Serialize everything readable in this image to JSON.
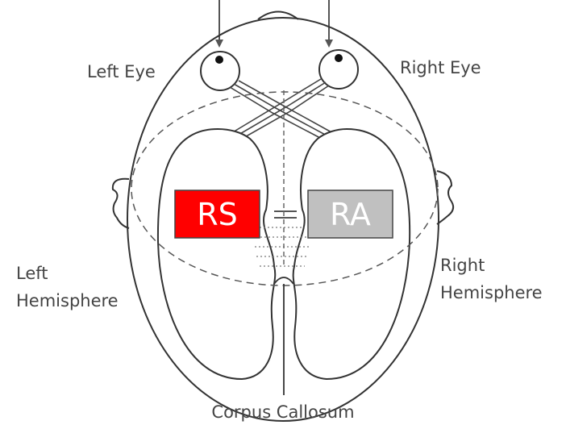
{
  "labels": {
    "left_eye": "Left Eye",
    "right_eye": "Right Eye",
    "left_hemisphere_line1": "Left",
    "left_hemisphere_line2": "Hemisphere",
    "right_hemisphere_line1": "Right",
    "right_hemisphere_line2": "Hemisphere",
    "corpus_callosum": "Corpus Callosum"
  },
  "boxes": {
    "rs": {
      "text": "RS",
      "fill": "#ff0000",
      "text_color": "#ffffff"
    },
    "ra": {
      "text": "RA",
      "fill": "#c0c0c0",
      "text_color": "#ffffff"
    }
  },
  "colors": {
    "outline": "#333333",
    "dashed": "#555555",
    "arrow": "#555555"
  }
}
